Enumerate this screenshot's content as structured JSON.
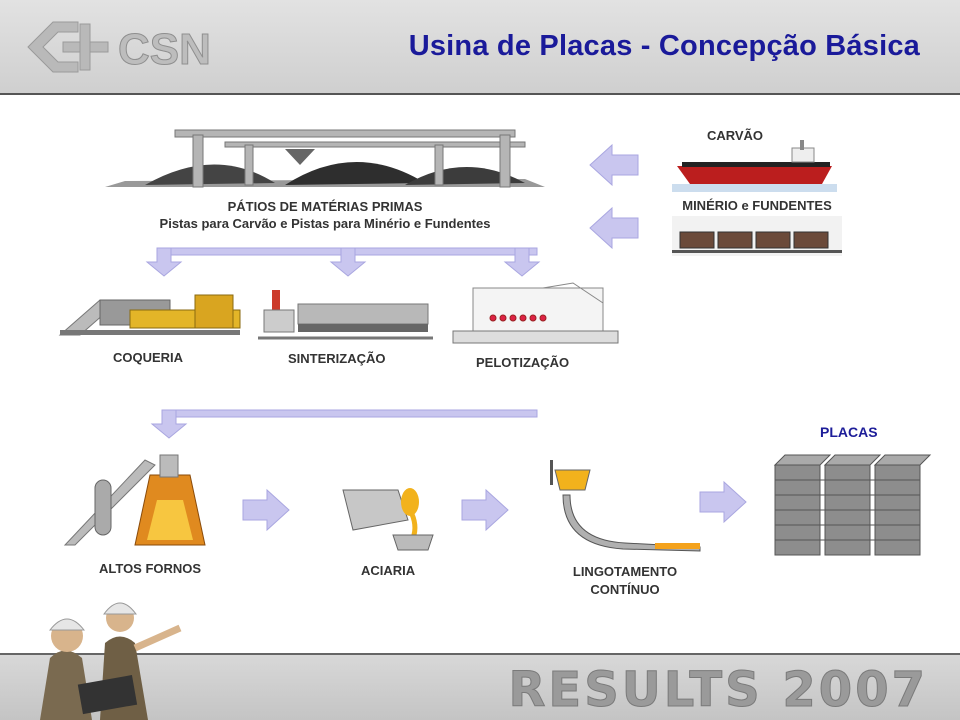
{
  "header": {
    "title": "Usina de Placas - Concepção Básica",
    "logo_text": "CSN"
  },
  "nodes": {
    "patios_title": "PÁTIOS DE MATÉRIAS  PRIMAS",
    "patios_sub": "Pistas para Carvão e Pistas para Minério e Fundentes",
    "carvao": "CARVÃO",
    "minerio": "MINÉRIO e FUNDENTES",
    "coqueria": "COQUERIA",
    "sinterizacao": "SINTERIZAÇÃO",
    "pelotizacao": "PELOTIZAÇÃO",
    "placas": "PLACAS",
    "altos_fornos": "ALTOS FORNOS",
    "aciaria": "ACIARIA",
    "lingotamento_1": "LINGOTAMENTO",
    "lingotamento_2": "CONTÍNUO"
  },
  "footer": {
    "brand": "RESULTS 2007"
  },
  "colors": {
    "title": "#1a1a9a",
    "arrow_fill": "#c9c6ef",
    "arrow_stroke": "#a9a6e0",
    "placas": "#1d1d99"
  }
}
